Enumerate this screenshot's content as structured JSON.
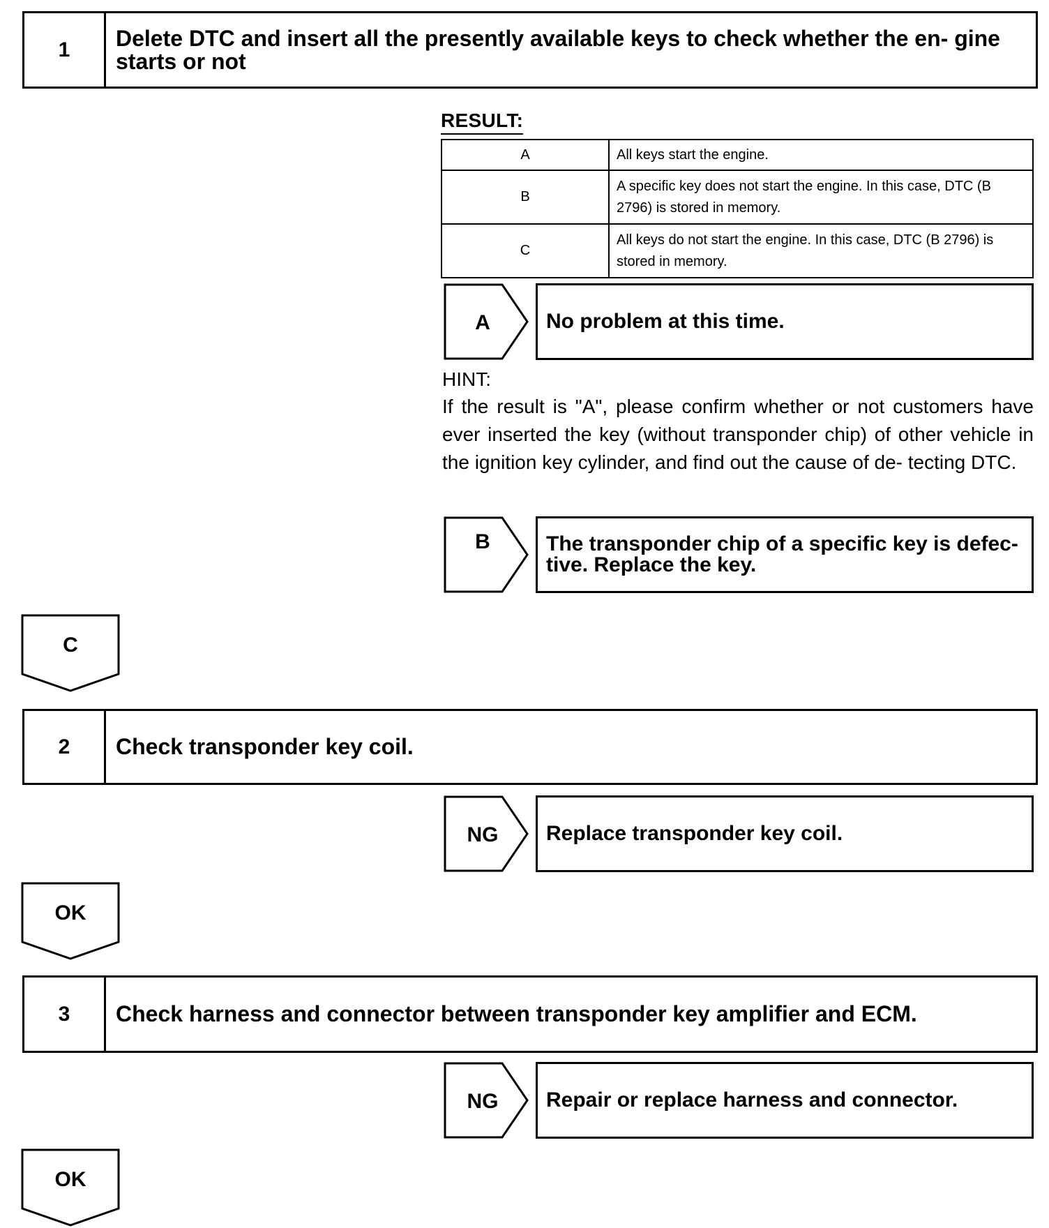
{
  "step1": {
    "number": "1",
    "title": "Delete DTC and insert all the presently available keys to check whether the en- gine starts or not"
  },
  "result": {
    "label": "RESULT:",
    "rows": [
      {
        "code": "A",
        "desc": "All keys start the engine."
      },
      {
        "code": "B",
        "desc": "A specific key does not start the engine. In this case, DTC (B 2796) is stored in memory."
      },
      {
        "code": "C",
        "desc": "All keys do not start the engine. In this case, DTC (B 2796) is stored in memory."
      }
    ]
  },
  "branch_a": {
    "label": "A",
    "outcome": "No problem at this time."
  },
  "hint": {
    "label": "HINT:",
    "text": "If the result is \"A\", please confirm whether or not customers have ever inserted the key (without transponder chip) of other vehicle in the ignition key cylinder, and find out the cause of de- tecting DTC."
  },
  "branch_b": {
    "label": "B",
    "outcome": "The transponder chip of a specific key is defec- tive. Replace the key."
  },
  "down_c": {
    "label": "C"
  },
  "step2": {
    "number": "2",
    "title": "Check transponder key coil."
  },
  "branch_ng2": {
    "label": "NG",
    "outcome": "Replace transponder key coil."
  },
  "down_ok2": {
    "label": "OK"
  },
  "step3": {
    "number": "3",
    "title": "Check harness and connector between transponder key amplifier and ECM."
  },
  "branch_ng3": {
    "label": "NG",
    "outcome": "Repair or replace harness and connector."
  },
  "down_ok3": {
    "label": "OK"
  }
}
